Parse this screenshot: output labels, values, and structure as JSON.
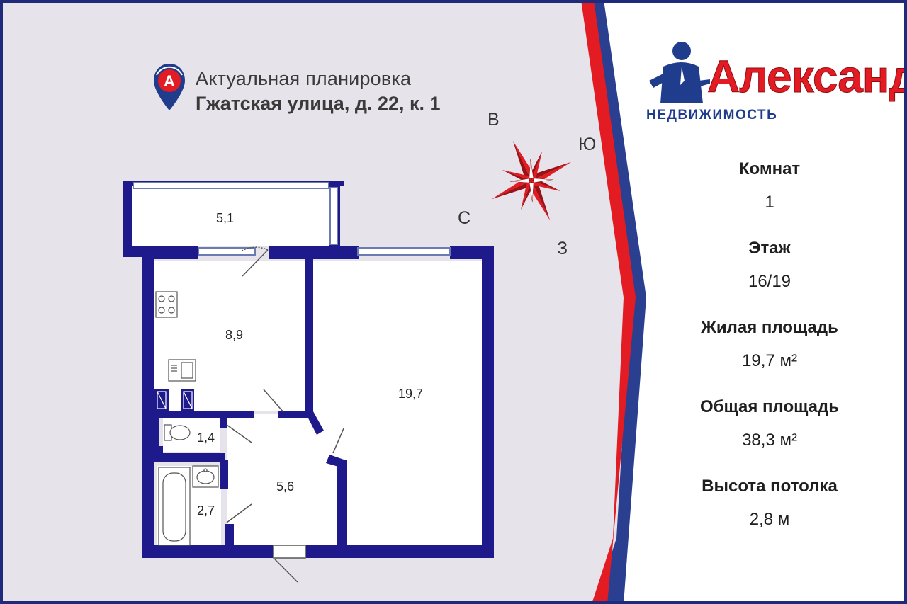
{
  "header": {
    "title_line1": "Актуальная планировка",
    "title_line2": "Гжатская улица, д. 22, к. 1",
    "pin_letter": "А"
  },
  "compass": {
    "north": "С",
    "south": "Ю",
    "east": "В",
    "west": "З"
  },
  "floorplan": {
    "rooms": [
      {
        "name": "balcony",
        "area": "5,1"
      },
      {
        "name": "kitchen",
        "area": "8,9"
      },
      {
        "name": "living-room",
        "area": "19,7"
      },
      {
        "name": "toilet",
        "area": "1,4"
      },
      {
        "name": "bathroom",
        "area": "2,7"
      },
      {
        "name": "hallway",
        "area": "5,6"
      }
    ]
  },
  "brand": {
    "name": "Александр",
    "subtitle": "НЕДВИЖИМОСТЬ"
  },
  "details": [
    {
      "label": "Комнат",
      "value": "1"
    },
    {
      "label": "Этаж",
      "value": "16/19"
    },
    {
      "label": "Жилая площадь",
      "value": "19,7 м²"
    },
    {
      "label": "Общая площадь",
      "value": "38,3 м²"
    },
    {
      "label": "Высота потолка",
      "value": "2,8 м"
    }
  ],
  "colors": {
    "background": "#e6e4ea",
    "panel": "#ffffff",
    "wall": "#1f1a8c",
    "accent_red": "#e31b23",
    "accent_blue": "#2a3f8f"
  }
}
